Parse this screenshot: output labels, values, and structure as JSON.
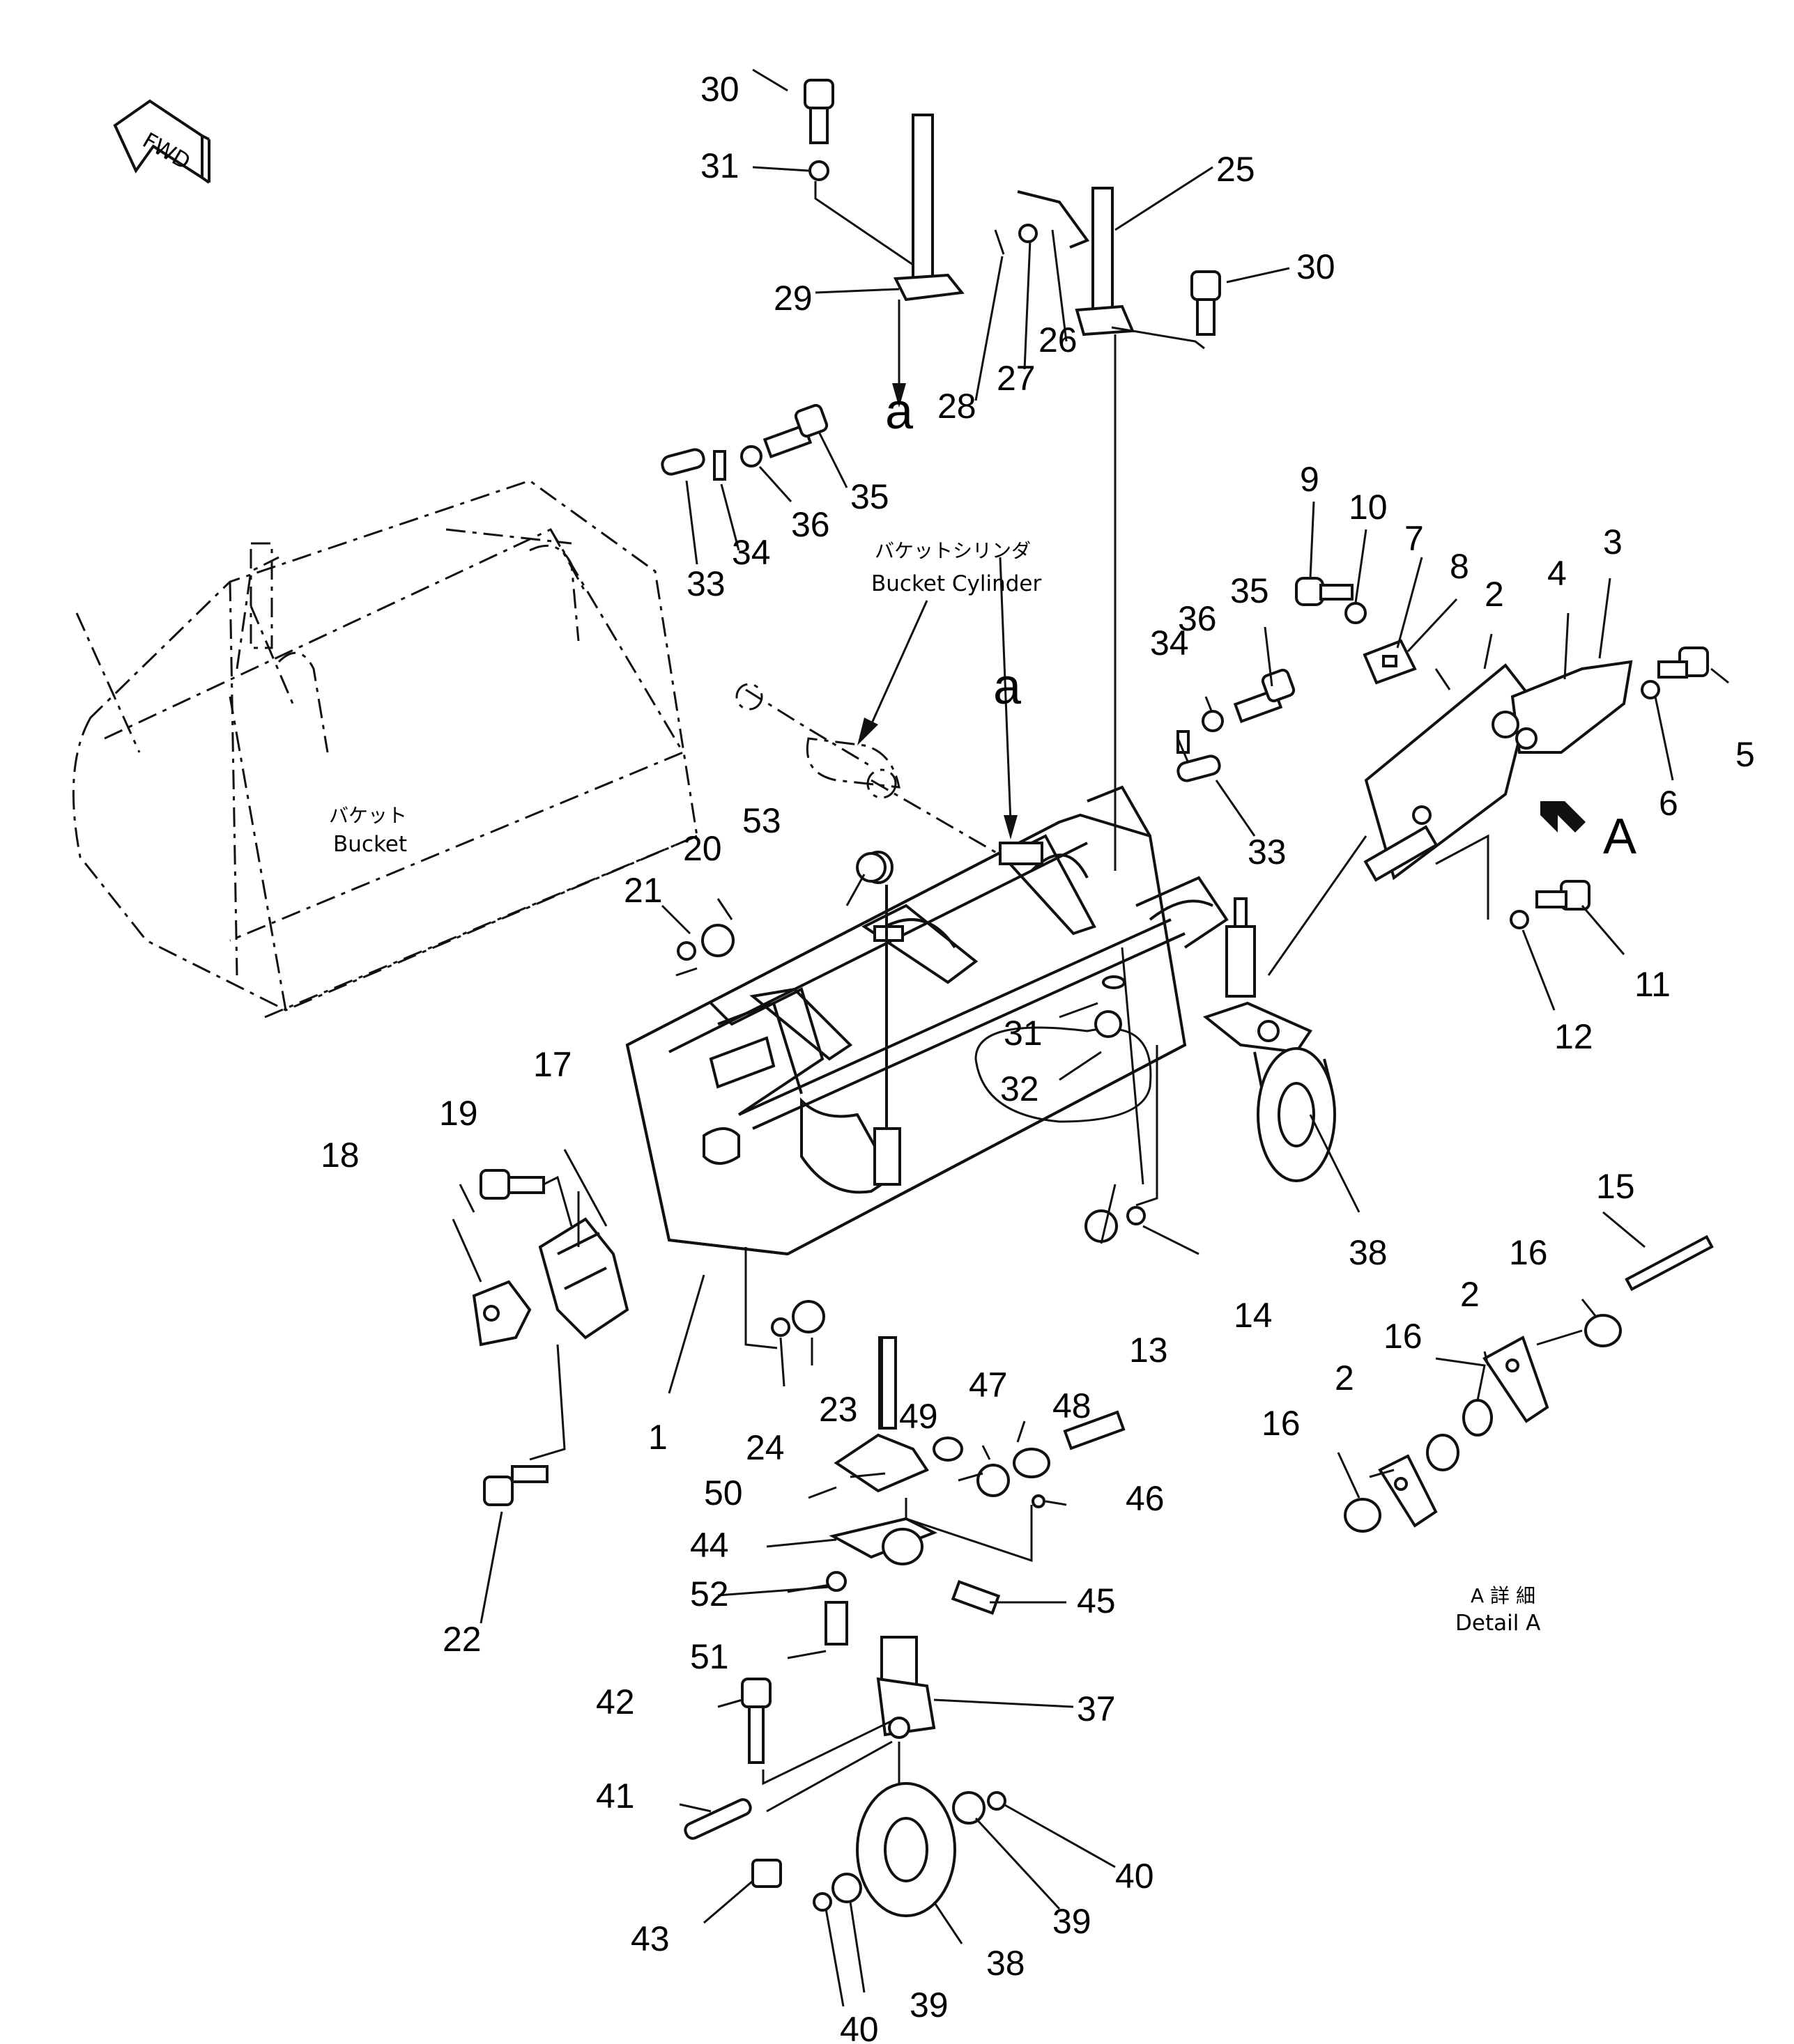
{
  "compass": {
    "text": "FWD"
  },
  "labels": {
    "bucket_cylinder_jp": "バケットシリンダ",
    "bucket_cylinder_en": "Bucket Cylinder",
    "bucket_jp": "バケット",
    "bucket_en": "Bucket",
    "view_marker": "A",
    "detail_jp": "A 詳 細",
    "detail_en": "Detail A",
    "section_marker": "a"
  },
  "callouts": [
    {
      "id": "c1",
      "text": "1"
    },
    {
      "id": "c2a",
      "text": "2"
    },
    {
      "id": "c2b",
      "text": "2"
    },
    {
      "id": "c2c",
      "text": "2"
    },
    {
      "id": "c3",
      "text": "3"
    },
    {
      "id": "c4",
      "text": "4"
    },
    {
      "id": "c5",
      "text": "5"
    },
    {
      "id": "c6",
      "text": "6"
    },
    {
      "id": "c7",
      "text": "7"
    },
    {
      "id": "c8",
      "text": "8"
    },
    {
      "id": "c9",
      "text": "9"
    },
    {
      "id": "c10",
      "text": "10"
    },
    {
      "id": "c11",
      "text": "11"
    },
    {
      "id": "c12",
      "text": "12"
    },
    {
      "id": "c13",
      "text": "13"
    },
    {
      "id": "c14",
      "text": "14"
    },
    {
      "id": "c15",
      "text": "15"
    },
    {
      "id": "c16a",
      "text": "16"
    },
    {
      "id": "c16b",
      "text": "16"
    },
    {
      "id": "c16c",
      "text": "16"
    },
    {
      "id": "c17",
      "text": "17"
    },
    {
      "id": "c18",
      "text": "18"
    },
    {
      "id": "c19",
      "text": "19"
    },
    {
      "id": "c20",
      "text": "20"
    },
    {
      "id": "c21",
      "text": "21"
    },
    {
      "id": "c22",
      "text": "22"
    },
    {
      "id": "c23",
      "text": "23"
    },
    {
      "id": "c24",
      "text": "24"
    },
    {
      "id": "c25",
      "text": "25"
    },
    {
      "id": "c26",
      "text": "26"
    },
    {
      "id": "c27",
      "text": "27"
    },
    {
      "id": "c28",
      "text": "28"
    },
    {
      "id": "c29",
      "text": "29"
    },
    {
      "id": "c30a",
      "text": "30"
    },
    {
      "id": "c30b",
      "text": "30"
    },
    {
      "id": "c31a",
      "text": "31"
    },
    {
      "id": "c31b",
      "text": "31"
    },
    {
      "id": "c32",
      "text": "32"
    },
    {
      "id": "c33a",
      "text": "33"
    },
    {
      "id": "c33b",
      "text": "33"
    },
    {
      "id": "c34a",
      "text": "34"
    },
    {
      "id": "c34b",
      "text": "34"
    },
    {
      "id": "c35a",
      "text": "35"
    },
    {
      "id": "c35b",
      "text": "35"
    },
    {
      "id": "c36a",
      "text": "36"
    },
    {
      "id": "c36b",
      "text": "36"
    },
    {
      "id": "c37",
      "text": "37"
    },
    {
      "id": "c38a",
      "text": "38"
    },
    {
      "id": "c38b",
      "text": "38"
    },
    {
      "id": "c39a",
      "text": "39"
    },
    {
      "id": "c39b",
      "text": "39"
    },
    {
      "id": "c40a",
      "text": "40"
    },
    {
      "id": "c40b",
      "text": "40"
    },
    {
      "id": "c41",
      "text": "41"
    },
    {
      "id": "c42",
      "text": "42"
    },
    {
      "id": "c43",
      "text": "43"
    },
    {
      "id": "c44",
      "text": "44"
    },
    {
      "id": "c45",
      "text": "45"
    },
    {
      "id": "c46",
      "text": "46"
    },
    {
      "id": "c47",
      "text": "47"
    },
    {
      "id": "c48",
      "text": "48"
    },
    {
      "id": "c49",
      "text": "49"
    },
    {
      "id": "c50",
      "text": "50"
    },
    {
      "id": "c51",
      "text": "51"
    },
    {
      "id": "c52",
      "text": "52"
    },
    {
      "id": "c53",
      "text": "53"
    }
  ]
}
